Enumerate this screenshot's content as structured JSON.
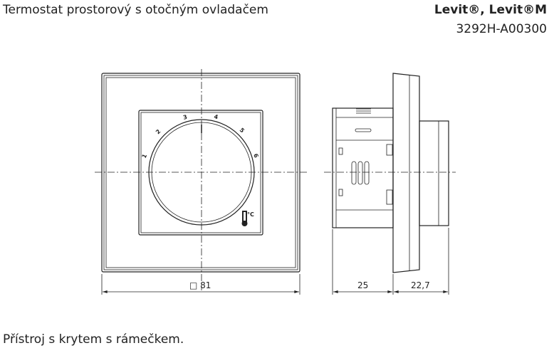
{
  "header": {
    "title": "Termostat prostorový s otočným ovladačem",
    "brand": "Levit®, Levit®M",
    "product_code": "3292H-A00300"
  },
  "drawing": {
    "front_view": {
      "dial_numbers": [
        "1",
        "2",
        "3",
        "4",
        "5",
        "6"
      ],
      "unit_symbol": "°C",
      "width_dimension": "□ 81"
    },
    "side_view": {
      "depth_dimension": "25",
      "protrusion_dimension": "22,7"
    }
  },
  "footer": {
    "caption": "Přístroj s krytem s rámečkem."
  }
}
